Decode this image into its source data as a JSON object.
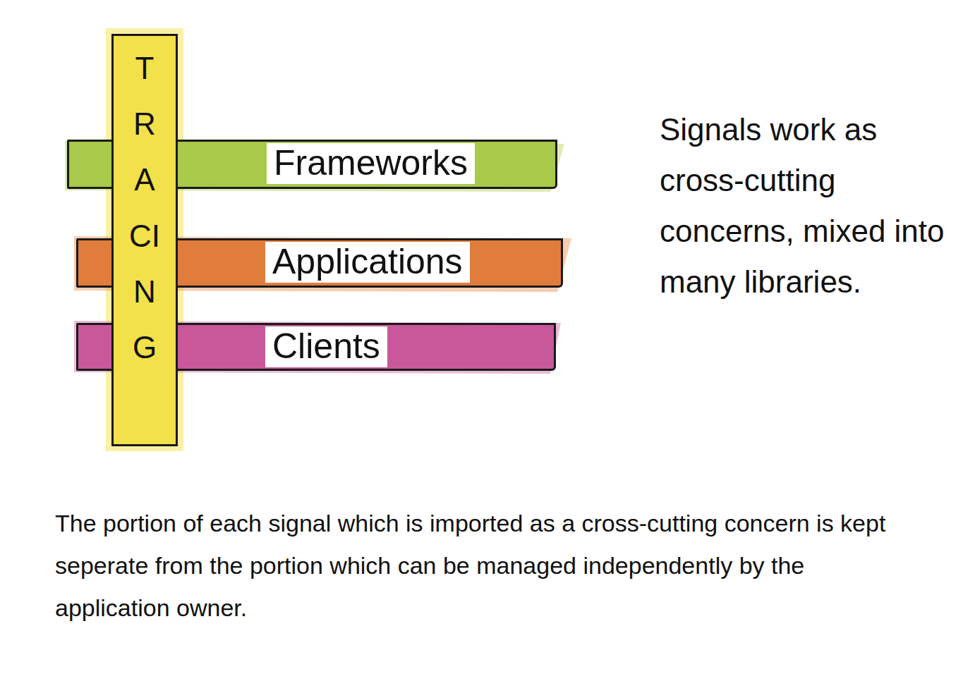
{
  "diagram": {
    "nodes": [
      {
        "text": [
          "TRACING"
        ]
      },
      {
        "text": [
          "Frameworks"
        ]
      },
      {
        "text": [
          "Applications"
        ]
      },
      {
        "text": [
          "Clients"
        ]
      }
    ],
    "labels": [
      "Signals work as cross-cutting concerns, mixed into many libraries.",
      "The portion of each signal which is imported as a cross-cutting concern is kept seperate from the portion which can be managed independently by the application owner."
    ]
  }
}
